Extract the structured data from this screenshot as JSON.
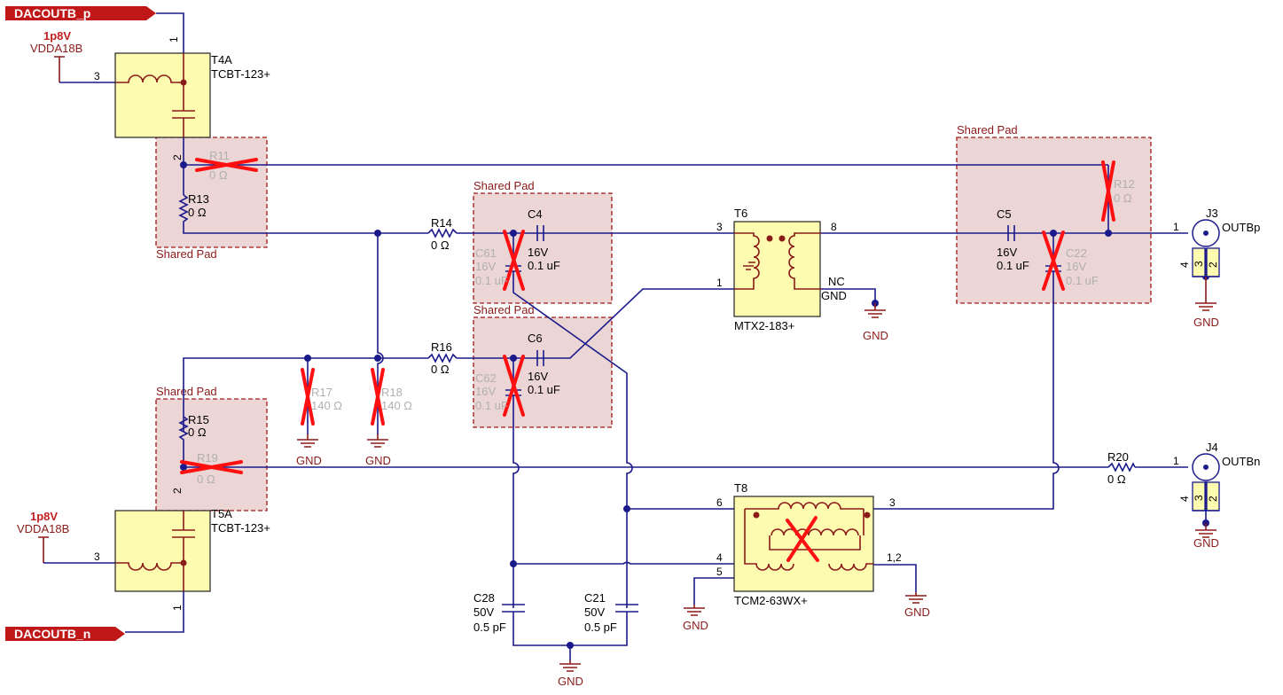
{
  "nets": {
    "dacoutb_p": "DACOUTB_p",
    "dacoutb_n": "DACOUTB_n",
    "power_top": {
      "name": "1p8V",
      "rail": "VDDA18B"
    },
    "power_bottom": {
      "name": "1p8V",
      "rail": "VDDA18B"
    },
    "gnd": "GND"
  },
  "labels": {
    "shared_pad": "Shared Pad",
    "nc": "NC",
    "gnd_pin": "GND"
  },
  "components": {
    "t4a": {
      "ref": "T4A",
      "part": "TCBT-123+",
      "pin_top": "1",
      "pin_side": "3",
      "pin_bottom": "2"
    },
    "t5a": {
      "ref": "T5A",
      "part": "TCBT-123+",
      "pin_top": "2",
      "pin_side": "3",
      "pin_bottom": "1"
    },
    "r11": {
      "ref": "R11",
      "value": "0 Ω"
    },
    "r13": {
      "ref": "R13",
      "value": "0 Ω"
    },
    "r14": {
      "ref": "R14",
      "value": "0 Ω"
    },
    "r15": {
      "ref": "R15",
      "value": "0 Ω"
    },
    "r16": {
      "ref": "R16",
      "value": "0 Ω"
    },
    "r17": {
      "ref": "R17",
      "value": "140 Ω"
    },
    "r18": {
      "ref": "R18",
      "value": "140 Ω"
    },
    "r19": {
      "ref": "R19",
      "value": "0 Ω"
    },
    "r12": {
      "ref": "R12",
      "value": "0 Ω"
    },
    "r20": {
      "ref": "R20",
      "value": "0 Ω"
    },
    "c4": {
      "ref": "C4",
      "voltage": "16V",
      "value": "0.1 uF"
    },
    "c6": {
      "ref": "C6",
      "voltage": "16V",
      "value": "0.1 uF"
    },
    "c61": {
      "ref": "C61",
      "voltage": "16V",
      "value": "0.1 uF"
    },
    "c62": {
      "ref": "C62",
      "voltage": "16V",
      "value": "0.1 uF"
    },
    "c5": {
      "ref": "C5",
      "voltage": "16V",
      "value": "0.1 uF"
    },
    "c22": {
      "ref": "C22",
      "voltage": "16V",
      "value": "0.1 uF"
    },
    "c28": {
      "ref": "C28",
      "voltage": "50V",
      "value": "0.5 pF"
    },
    "c21": {
      "ref": "C21",
      "voltage": "50V",
      "value": "0.5 pF"
    },
    "t6": {
      "ref": "T6",
      "part": "MTX2-183+",
      "pin_in": "3",
      "pin_in2": "1",
      "pin_out": "8"
    },
    "t8": {
      "ref": "T8",
      "part": "TCM2-63WX+",
      "pin_a": "6",
      "pin_b": "4",
      "pin_c": "5",
      "pin_d": "3",
      "pin_e": "1,2"
    },
    "j3": {
      "ref": "J3",
      "net": "OUTBp",
      "pin1": "1",
      "pin2": "2",
      "pin3": "3",
      "pin4": "4"
    },
    "j4": {
      "ref": "J4",
      "net": "OUTBn",
      "pin1": "1",
      "pin2": "2",
      "pin3": "3",
      "pin4": "4"
    }
  }
}
